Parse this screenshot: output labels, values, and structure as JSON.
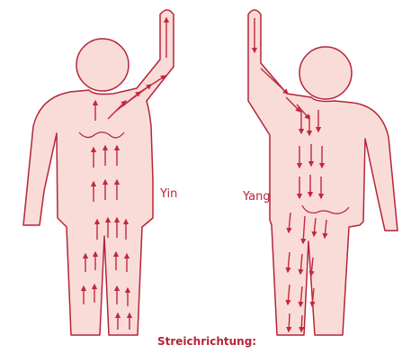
{
  "labels": {
    "yin": "Yin",
    "yang": "Yang",
    "caption": "Streichrichtung:"
  },
  "colors": {
    "skin": "#f9dcd7",
    "outline": "#b5243a",
    "arrow": "#c2283e",
    "text": "#b5243a"
  },
  "figures": [
    {
      "side": "front",
      "name": "Yin",
      "arrow_direction": "up"
    },
    {
      "side": "back",
      "name": "Yang",
      "arrow_direction": "down"
    }
  ]
}
